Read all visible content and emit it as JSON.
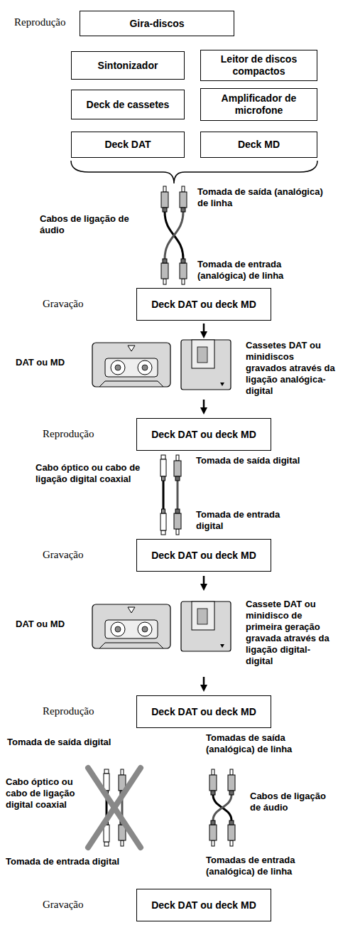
{
  "diagram": {
    "nodes": [
      {
        "text": [
          "Gira-discos"
        ]
      },
      {
        "text": [
          "Sintonizador"
        ]
      },
      {
        "text": [
          "Leitor de discos compactos"
        ]
      },
      {
        "text": [
          "Deck de cassetes"
        ]
      },
      {
        "text": [
          "Amplificador de microfone"
        ]
      },
      {
        "text": [
          "Deck DAT"
        ]
      },
      {
        "text": [
          "Deck MD"
        ]
      },
      {
        "text": [
          "Deck DAT ou deck MD"
        ]
      },
      {
        "text": [
          "Deck DAT ou deck MD"
        ]
      },
      {
        "text": [
          "Deck DAT ou deck MD"
        ]
      },
      {
        "text": [
          "Deck DAT ou deck MD"
        ]
      },
      {
        "text": [
          "Deck DAT ou deck MD"
        ]
      }
    ],
    "labels": [
      "Reprodução",
      "Tomada de saída (analógica) de linha",
      "Cabos de ligação de áudio",
      "Tomada de entrada (analógica) de linha",
      "Gravação",
      "DAT ou MD",
      "Cassetes DAT ou minidiscos gravados através da ligação analógica-digital",
      "Reprodução",
      "Cabo óptico ou cabo de ligação digital coaxial",
      "Tomada de saída digital",
      "Tomada de entrada digital",
      "Gravação",
      "DAT ou MD",
      "Cassete DAT ou minidisco de primeira geração gravada através da ligação digital-digital",
      "Reprodução",
      "Tomada de saída digital",
      "Tomadas de saída (analógica) de linha",
      "Cabo óptico ou cabo de ligação digital coaxial",
      "Cabos de ligação de áudio",
      "Tomada de entrada digital",
      "Tomadas de entrada (analógica) de linha",
      "Gravação"
    ]
  }
}
